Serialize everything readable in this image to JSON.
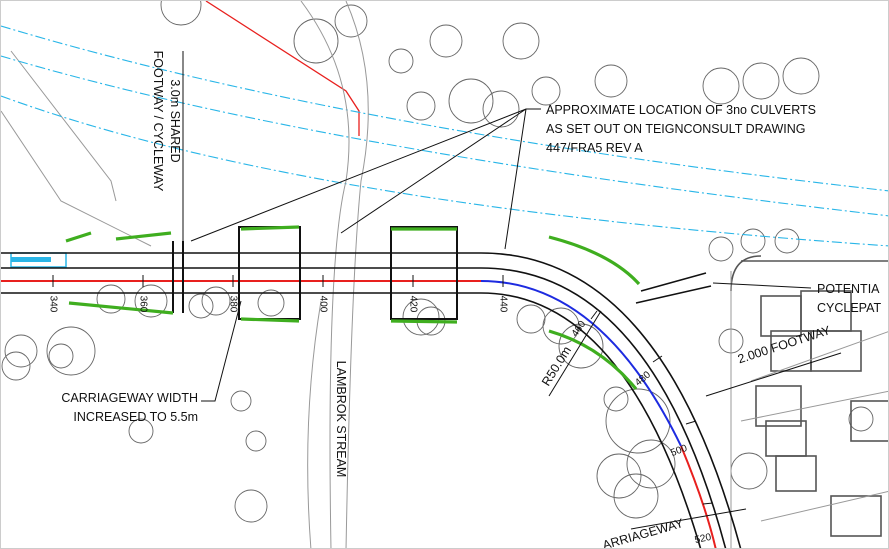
{
  "annotations": {
    "culverts": [
      "APPROXIMATE LOCATION OF 3no CULVERTS",
      "AS SET OUT ON TEIGNCONSULT DRAWING",
      "447/FRA5 REV A"
    ],
    "shared_footway": [
      "3.0m SHARED",
      "FOOTWAY / CYCLEWAY"
    ],
    "carriageway_width": [
      "CARRIAGEWAY WIDTH",
      "INCREASED TO 5.5m"
    ],
    "stream": "LAMBROK STREAM",
    "cyclepath": [
      "POTENTIA",
      "CYCLEPAT"
    ],
    "footway": "2.000 FOOTWAY",
    "radius": "R50.0m",
    "carriageway_bottom": "ARRIAGEWAY"
  },
  "chainages": [
    "340",
    "360",
    "380",
    "400",
    "420",
    "440",
    "460",
    "480",
    "500",
    "520"
  ],
  "colors": {
    "centerline_straight": "#e8201e",
    "centerline_curve": "#1d2be0",
    "verge": "#3fae1f",
    "service": "#29b6e8",
    "survey": "#666666"
  }
}
